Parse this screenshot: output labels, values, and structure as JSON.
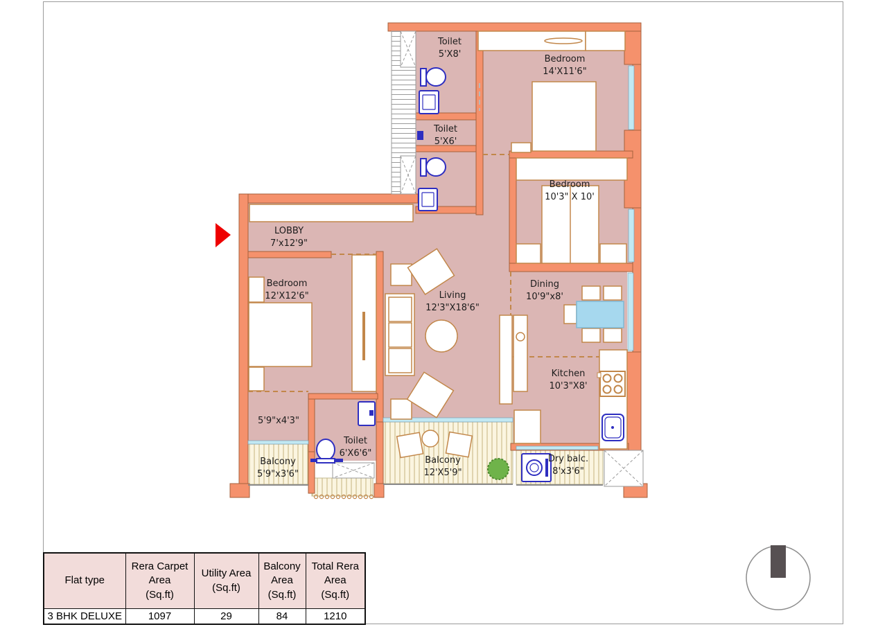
{
  "plan": {
    "rooms": [
      {
        "name": "Toilet",
        "dims": "5'X8'"
      },
      {
        "name": "Bedroom",
        "dims": "14'X11'6\""
      },
      {
        "name": "Toilet",
        "dims": "5'X6'"
      },
      {
        "name": "Bedroom",
        "dims": "10'3\" X 10'"
      },
      {
        "name": "LOBBY",
        "dims": "7'x12'9\""
      },
      {
        "name": "Bedroom",
        "dims": "12'X12'6\""
      },
      {
        "name": "Living",
        "dims": "12'3\"X18'6\""
      },
      {
        "name": "Dining",
        "dims": "10'9\"x8'"
      },
      {
        "name": "Kitchen",
        "dims": "10'3\"X8'"
      },
      {
        "name": "",
        "dims": "5'9\"x4'3\""
      },
      {
        "name": "Balcony",
        "dims": "5'9\"x3'6\""
      },
      {
        "name": "Toilet",
        "dims": "6'X6'6\""
      },
      {
        "name": "Balcony",
        "dims": "12'X5'9\""
      },
      {
        "name": "Dry balc.",
        "dims": "8'x3'6\""
      }
    ],
    "icons": [
      "entrance-arrow",
      "north-indicator"
    ],
    "colors": {
      "wall": "#F5916C",
      "floor": "#DBB6B4",
      "furniture_stroke": "#C2874A",
      "fixture_blue": "#2E2EC0",
      "window": "#C2E9F3",
      "balcony_floor": "#FBF5E0",
      "dining_table": "#A6D8EE",
      "plant_green": "#6FB34A",
      "entrance_arrow": "#EE0000",
      "table_header_bg": "#F2DCDA"
    }
  },
  "areas_table": {
    "headers": [
      "Flat type",
      "Rera Carpet\nArea\n(Sq.ft)",
      "Utility Area\n(Sq.ft)",
      "Balcony\nArea\n(Sq.ft)",
      "Total Rera\nArea\n(Sq.ft)"
    ],
    "row": [
      "3 BHK DELUXE",
      "1097",
      "29",
      "84",
      "1210"
    ]
  }
}
